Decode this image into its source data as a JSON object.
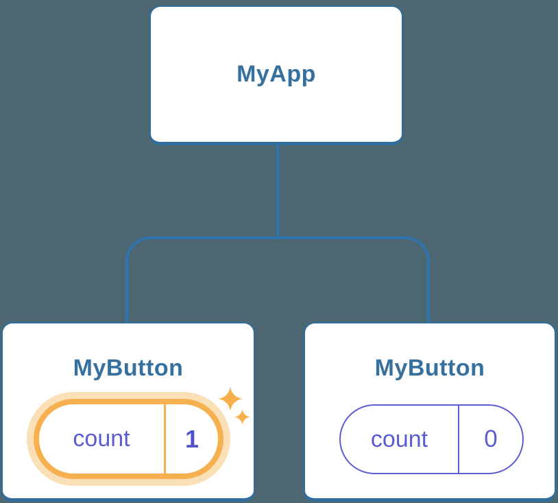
{
  "diagram": {
    "root": {
      "label": "MyApp"
    },
    "children": [
      {
        "label": "MyButton",
        "state": {
          "name": "count",
          "value": "1"
        },
        "highlighted": true
      },
      {
        "label": "MyButton",
        "state": {
          "name": "count",
          "value": "0"
        },
        "highlighted": false
      }
    ]
  },
  "icons": {
    "sparkle_large": "sparkle-icon",
    "sparkle_small": "sparkle-icon"
  },
  "colors": {
    "background": "#4C6771",
    "box_border": "#2E6D9E",
    "connector": "#2E74AE",
    "title_text": "#35709E",
    "state_purple": "#5A5DD0",
    "state_border_purple": "#5B5BD6",
    "state_value_bold": "#5153C8",
    "highlight_orange": "#F6B04F",
    "highlight_halo": "#FAE0B7",
    "sparkle": "#F7AE4B"
  }
}
